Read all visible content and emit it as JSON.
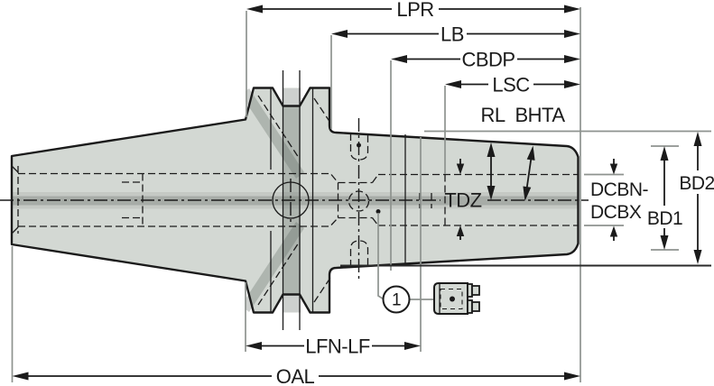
{
  "drawing": {
    "title": "Tool holder dimension diagram",
    "labels": {
      "lpr": "LPR",
      "lb": "LB",
      "cbdp": "CBDP",
      "lsc": "LSC",
      "rl": "RL",
      "bhta": "BHTA",
      "tdz": "TDZ",
      "dcbn_line1": "DCBN-",
      "dcbn_line2": "DCBX",
      "bd1": "BD1",
      "bd2": "BD2",
      "lfn_lf": "LFN-LF",
      "oal": "OAL",
      "callout_1": "1"
    },
    "colors": {
      "background": "#ffffff",
      "part_fill": "#d3d8d3",
      "outline": "#1b1b1b",
      "coolant_stripe_light": "#c5c9c4",
      "coolant_stripe_core": "#a7aca7",
      "slot_band": "#a9afaa",
      "extension_line": "#8e938f"
    }
  }
}
